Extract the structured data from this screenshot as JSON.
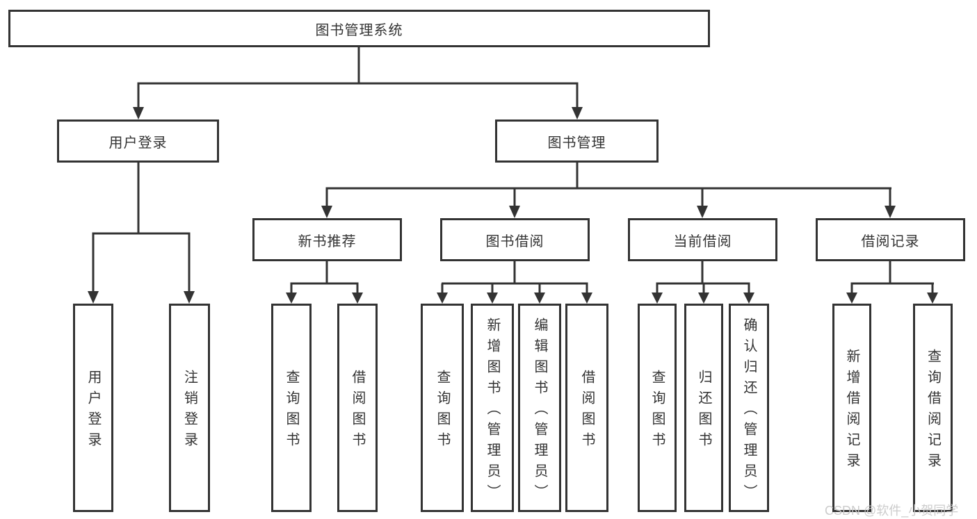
{
  "watermark": "CSDN @软件_小贺同学",
  "colors": {
    "line": "#333333",
    "box_border": "#333333",
    "text": "#333333",
    "watermark": "#c9c9c9",
    "background": "#ffffff"
  },
  "tree": {
    "label": "图书管理系统",
    "children": [
      {
        "label": "用户登录",
        "children": [
          {
            "label": "用户登录"
          },
          {
            "label": "注销登录"
          }
        ]
      },
      {
        "label": "图书管理",
        "children": [
          {
            "label": "新书推荐",
            "children": [
              {
                "label": "查询图书"
              },
              {
                "label": "借阅图书"
              }
            ]
          },
          {
            "label": "图书借阅",
            "children": [
              {
                "label": "查询图书"
              },
              {
                "label": "新增图书（管理员）"
              },
              {
                "label": "编辑图书（管理员）"
              },
              {
                "label": "借阅图书"
              }
            ]
          },
          {
            "label": "当前借阅",
            "children": [
              {
                "label": "查询图书"
              },
              {
                "label": "归还图书"
              },
              {
                "label": "确认归还（管理员）"
              }
            ]
          },
          {
            "label": "借阅记录",
            "children": [
              {
                "label": "新增借阅记录"
              },
              {
                "label": "查询借阅记录"
              }
            ]
          }
        ]
      }
    ]
  }
}
